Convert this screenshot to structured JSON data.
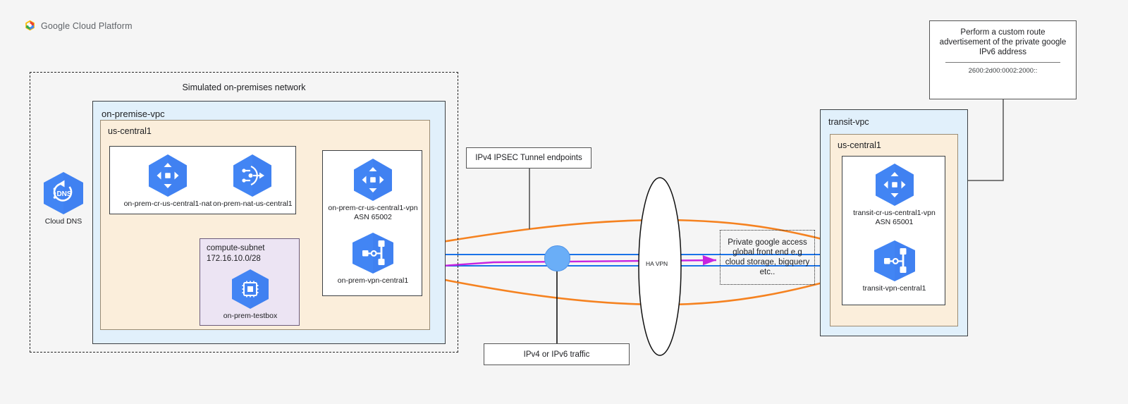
{
  "header": {
    "brand_google": "Google",
    "brand_cloud": "Cloud",
    "brand_platform": "Platform",
    "logo_icon": "google-cloud-logo-icon"
  },
  "colors": {
    "background": "#f5f5f5",
    "vpc_fill": "#e1f0fb",
    "region_fill": "#fbeedb",
    "subnet_fill": "#ece4f3",
    "gcp_blue": "#4285f4",
    "tunnel_orange": "#f58220",
    "traffic_blue": "#1a73e8",
    "ipv6_purple": "#c724e0",
    "circle_blue": "#6aaef7"
  },
  "onprem": {
    "outer_title": "Simulated on-premises network",
    "vpc_label": "on-premise-vpc",
    "region_label": "us-central1",
    "nat_group": {
      "nodes": [
        {
          "icon": "cloud-router-icon",
          "label": "on-prem-cr-us-central1-nat"
        },
        {
          "icon": "cloud-nat-icon",
          "label": "on-prem-nat-us-central1"
        }
      ]
    },
    "vpn_group": {
      "router": {
        "icon": "cloud-router-icon",
        "label_line1": "on-prem-cr-us-central1-vpn",
        "label_line2": "ASN 65002"
      },
      "gateway": {
        "icon": "vpn-gateway-icon",
        "label": "on-prem-vpn-central1"
      }
    },
    "subnet": {
      "name": "compute-subnet",
      "cidr": "172.16.10.0/28",
      "node": {
        "icon": "compute-instance-icon",
        "label": "on-prem-testbox"
      }
    }
  },
  "cloud_dns": {
    "icon": "cloud-dns-icon",
    "label": "Cloud DNS"
  },
  "callouts": {
    "ipsec_endpoints": "IPv4 IPSEC Tunnel endpoints",
    "traffic": "IPv4 or IPv6 traffic",
    "ha_vpn": "HA VPN",
    "private_google_access": {
      "line1": "Private google access",
      "line2": "global front end e.g",
      "line3": "cloud storage, bigquery",
      "line4": "etc.."
    },
    "custom_route": {
      "line1": "Perform a custom route",
      "line2": "advertisement of the private google",
      "line3": "IPv6 address",
      "address": "2600:2d00:0002:2000::"
    }
  },
  "transit": {
    "vpc_label": "transit-vpc",
    "region_label": "us-central1",
    "router": {
      "icon": "cloud-router-icon",
      "label_line1": "transit-cr-us-central1-vpn",
      "label_line2": "ASN 65001"
    },
    "gateway": {
      "icon": "vpn-gateway-icon",
      "label": "transit-vpn-central1"
    }
  }
}
